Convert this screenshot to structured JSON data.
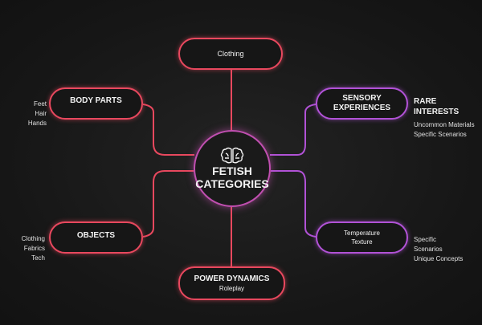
{
  "center": {
    "line1": "FETISH",
    "line2": "CATEGORIES",
    "icon": "brain-icon"
  },
  "nodes": {
    "clothing": {
      "title": "Clothing"
    },
    "body_parts": {
      "title": "BODY PARTS",
      "items": [
        "Feet",
        "Hair",
        "Hands"
      ]
    },
    "sensory": {
      "title_line1": "SENSORY",
      "title_line2": "EXPERIENCES"
    },
    "rare": {
      "title": "RARE INTERESTS",
      "items": [
        "Uncommon Materials",
        "Specific Scenarios"
      ]
    },
    "objects": {
      "title": "OBJECTS",
      "items": [
        "Clothing",
        "Fabrics",
        "Tech"
      ]
    },
    "temperature": {
      "items": [
        "Temperature",
        "Texture"
      ],
      "side": [
        "Specific",
        "Scenarios",
        "Unique Concepts"
      ]
    },
    "power": {
      "title": "POWER DYNAMICS",
      "subtitle": "Roleplay"
    }
  },
  "colors": {
    "red": "#e8485e",
    "purple": "#b152d6",
    "background": "#161616"
  }
}
